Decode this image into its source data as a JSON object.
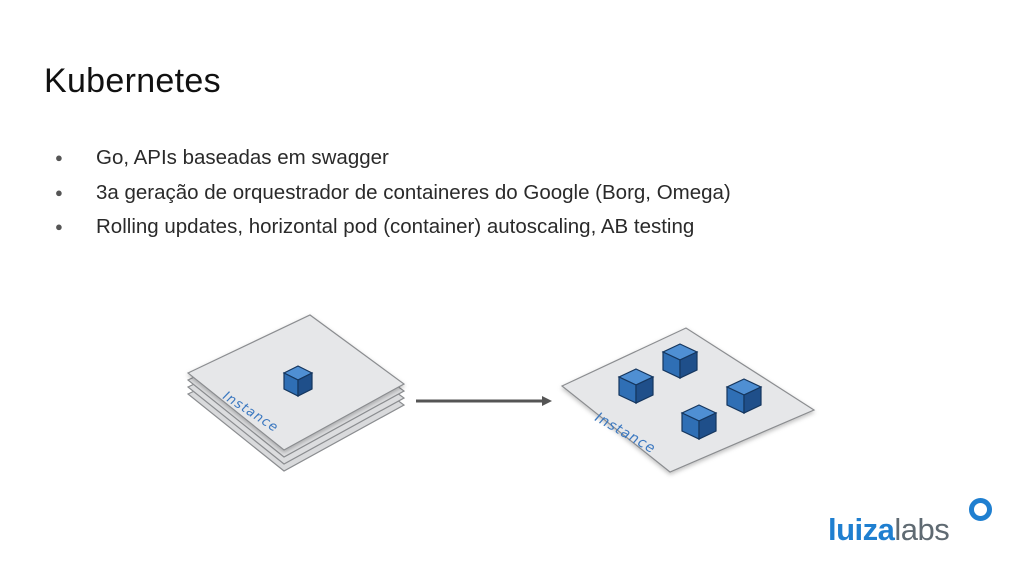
{
  "slide": {
    "title": "Kubernetes",
    "bullets": [
      "Go, APIs baseadas em swagger",
      "3a geração de orquestrador de containeres do Google (Borg, Omega)",
      "Rolling updates, horizontal pod (container) autoscaling, AB testing"
    ],
    "bullet_glyph": "●"
  },
  "diagram": {
    "left_instance_label": "Instance",
    "right_instance_label": "Instance",
    "cube_color": "#2f6fb5",
    "platform_color": "#e6e7e9"
  },
  "logo": {
    "bold_text": "luiza",
    "light_text": "labs",
    "bold_color": "#1f7fd0",
    "light_color": "#5f6a72"
  }
}
